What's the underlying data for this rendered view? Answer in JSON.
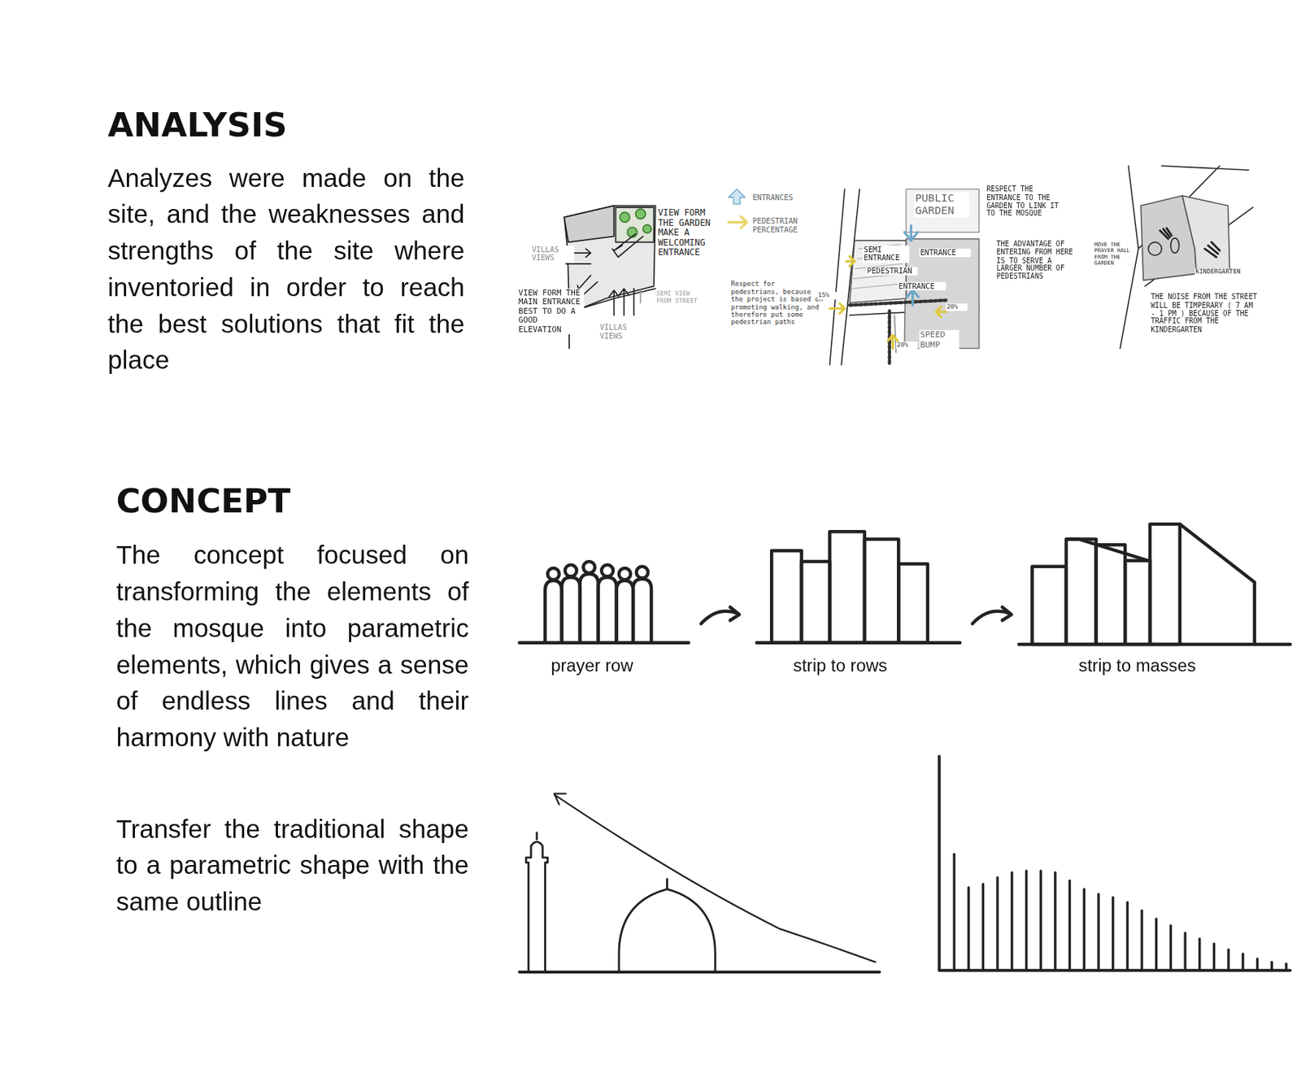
{
  "diagram": {
    "labels": [
      "ANALYSIS",
      "Analyzes were made on the site, and the weaknesses and strengths of the site where inventoried in order to reach the best solutions that fit the place",
      "VIEW FORM THE GARDEN MAKE A WELCOMING ENTRANCE",
      "VILLAS VIEWS",
      "VIEW FORM THE MAIN ENTRANCE BEST TO DO A GOOD ELEVATION",
      "VILLAS VIEWS",
      "SEMI VIEW FROM STREET",
      "Respect for pedestrians, because the project is based on promoting walking, and therefore put some pedestrian paths",
      "PUBLIC GARDEN",
      "SEMI ENTRANCE",
      "ENTRANCE",
      "PEDESTRIAN",
      "ENTRANCE",
      "15%",
      "20%",
      "20%",
      "SPEED BUMP",
      "RESPECT THE ENTRANCE TO THE GARDEN TO LINK IT TO THE MOSQUE",
      "THE ADVANTAGE OF ENTERING FROM HERE IS TO SERVE A LARGER NUMBER OF PEDESTRIANS",
      "MOVE THE PRAYER HALL FROM THE GARDEN",
      "KINDERGARTEN",
      "THE NOISE FROM THE STREET WILL BE TIMPERARY ( 7 AM - 1 PM ) BECAUSE OF THE TRAFFIC FROM THE KINDERGARTEN",
      "CONCEPT",
      "The concept focused on transforming the elements of the mosque into parametric elements, which gives a sense of endless lines and their harmony with nature",
      "Transfer the traditional shape to a parametric shape with the same outline",
      "prayer row",
      "strip to rows",
      "strip to masses"
    ],
    "legend": [
      {
        "text": "ENTRANCES"
      },
      {
        "text": "PEDESTRIAN PERCENTAGE"
      }
    ]
  }
}
